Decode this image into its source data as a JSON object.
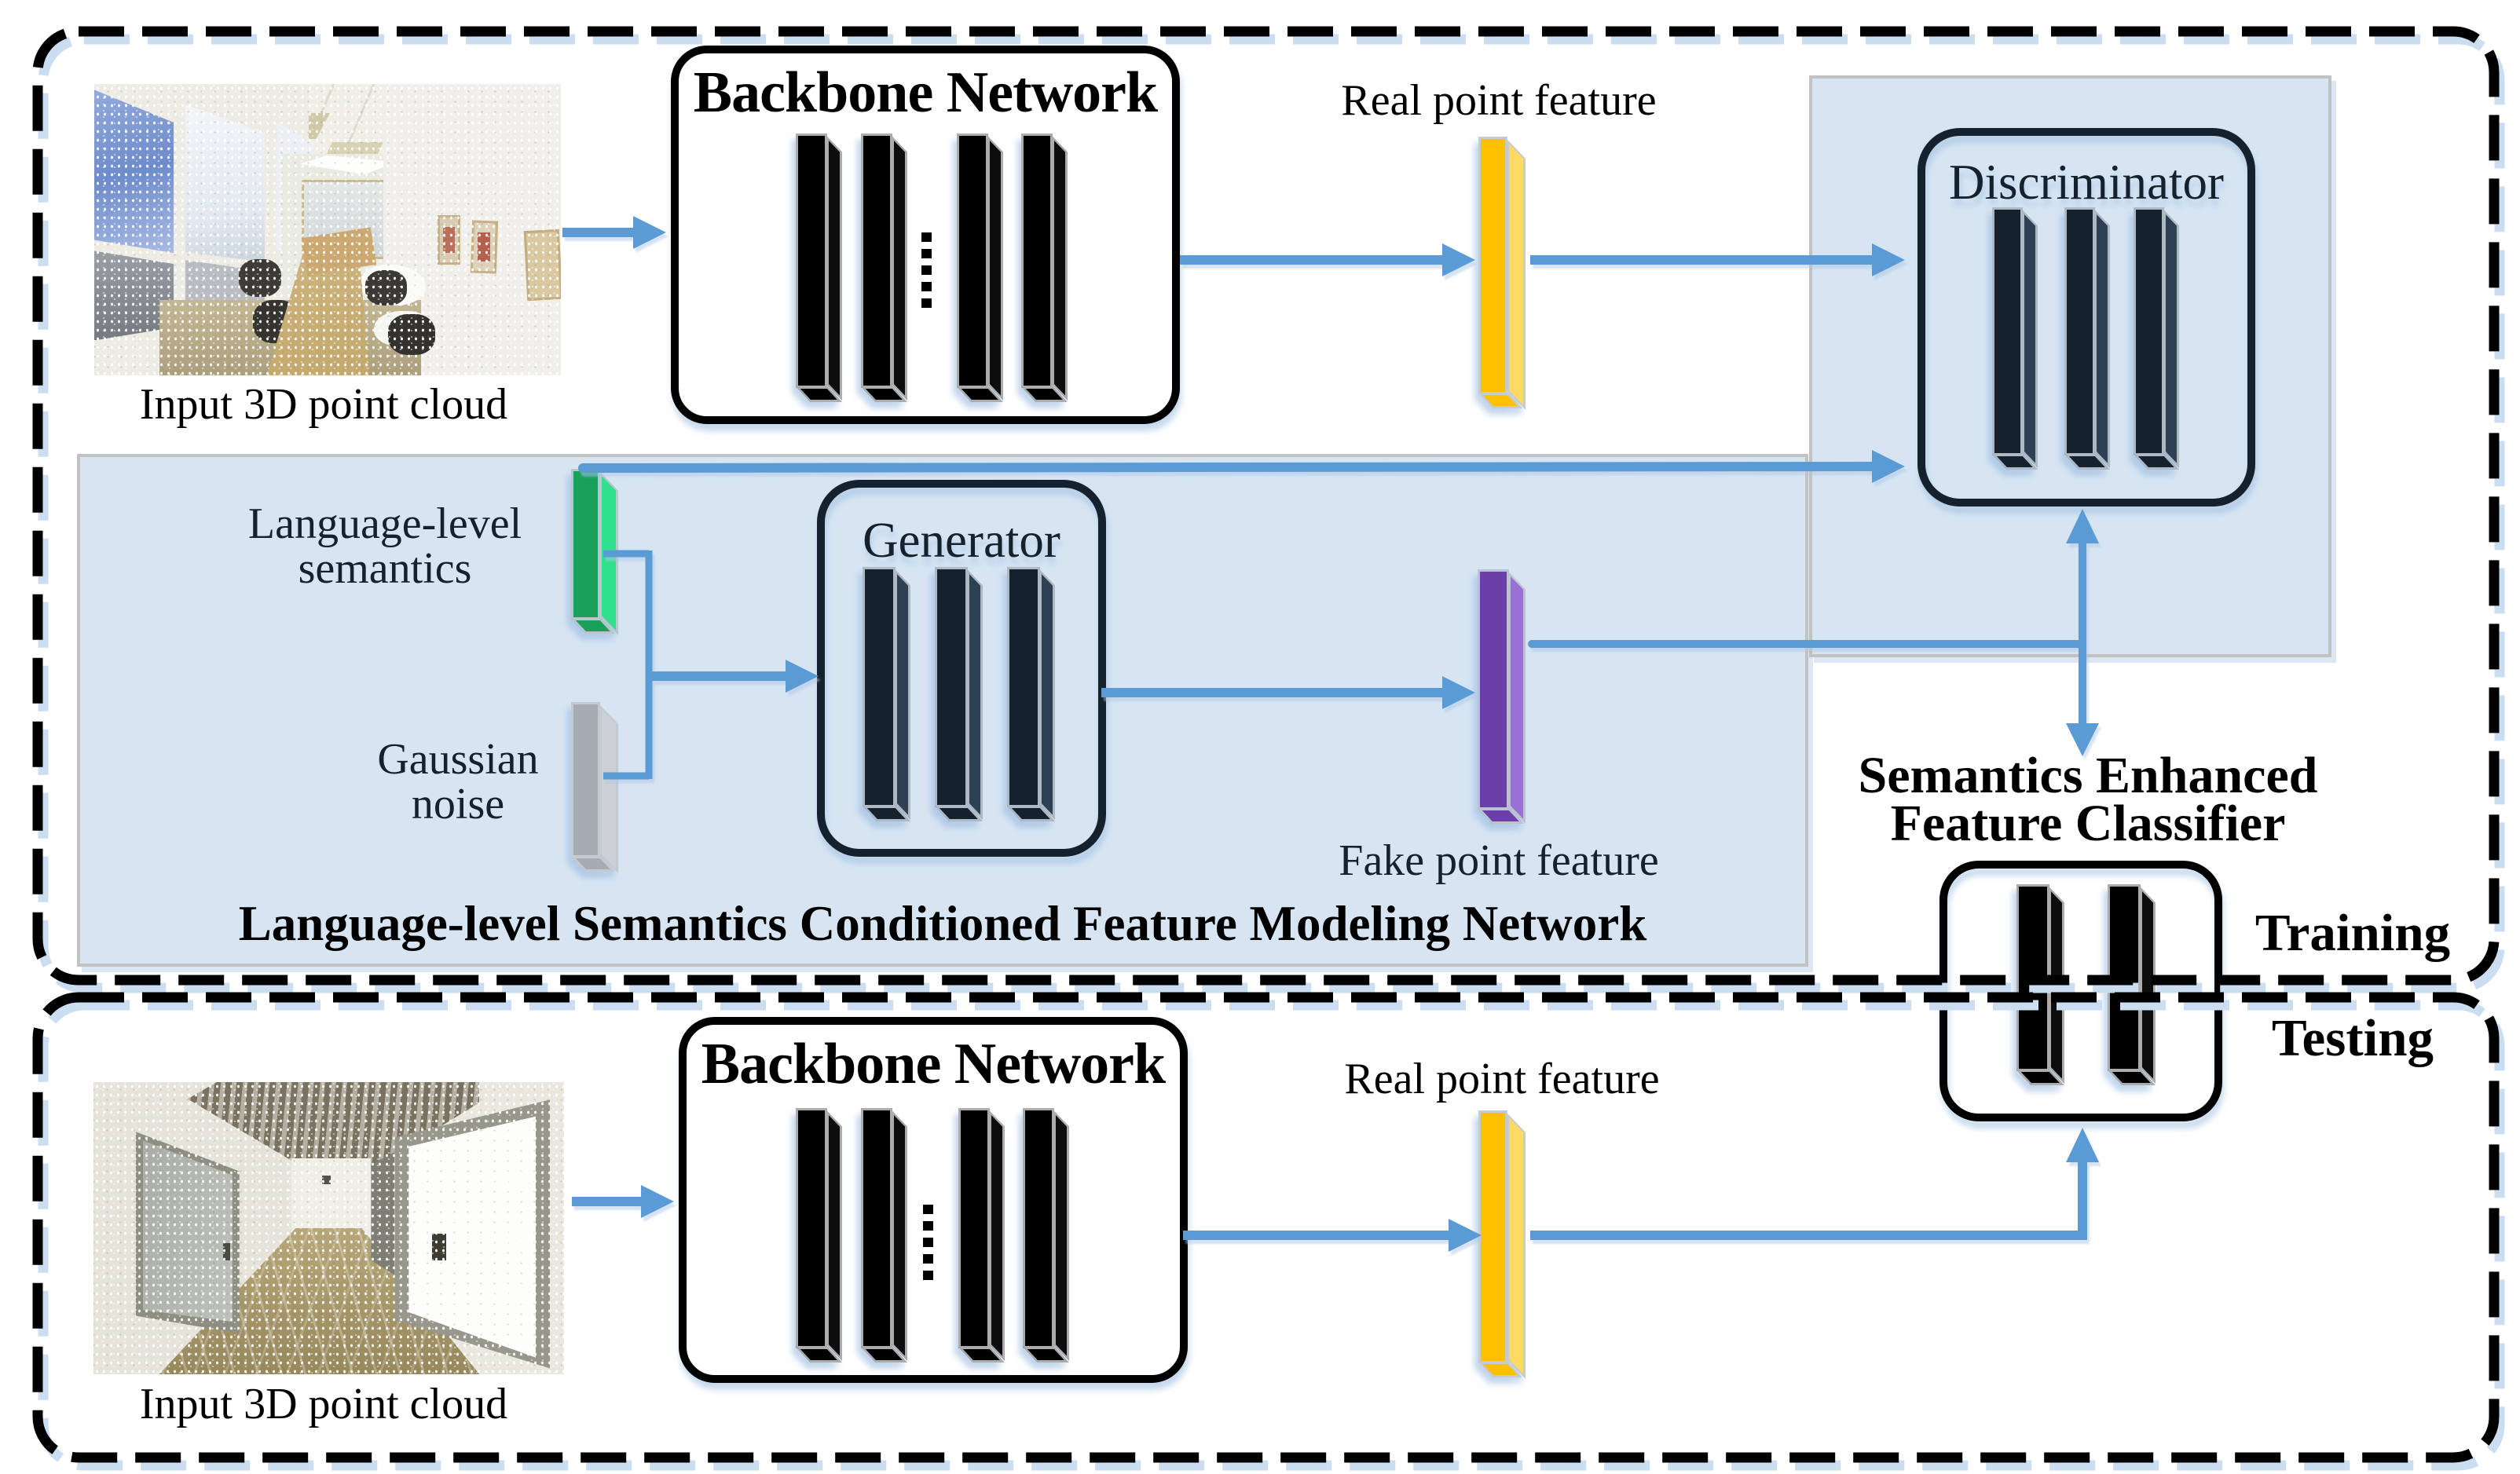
{
  "figure": {
    "training": {
      "section_tag": "Training",
      "input_label": "Input 3D point cloud",
      "backbone_title": "Backbone Network",
      "real_feature_label": "Real point feature",
      "discriminator_title": "Discriminator",
      "generator_title": "Generator",
      "semantics_line1": "Language-level",
      "semantics_line2": "semantics",
      "noise_line1": "Gaussian",
      "noise_line2": "noise",
      "fake_feature_label": "Fake point feature",
      "panel_title": "Language-level Semantics Conditioned Feature Modeling Network",
      "classifier_line1": "Semantics Enhanced",
      "classifier_line2": "Feature Classifier"
    },
    "testing": {
      "section_tag": "Testing",
      "input_label": "Input 3D point cloud",
      "backbone_title": "Backbone Network",
      "real_feature_label": "Real point feature"
    }
  },
  "colors": {
    "arrow": "#5B9BD5",
    "panel": "#D7E5F3",
    "navy": "#16212E",
    "yellow": "#FFC000",
    "yellow-side": "#FFD966",
    "green": "#1BA05C",
    "green-side": "#31E08C",
    "gray": "#A5ACB4",
    "gray-side": "#CBD1D6",
    "purple": "#6C3FA8",
    "purple-side": "#9A6FD6"
  }
}
